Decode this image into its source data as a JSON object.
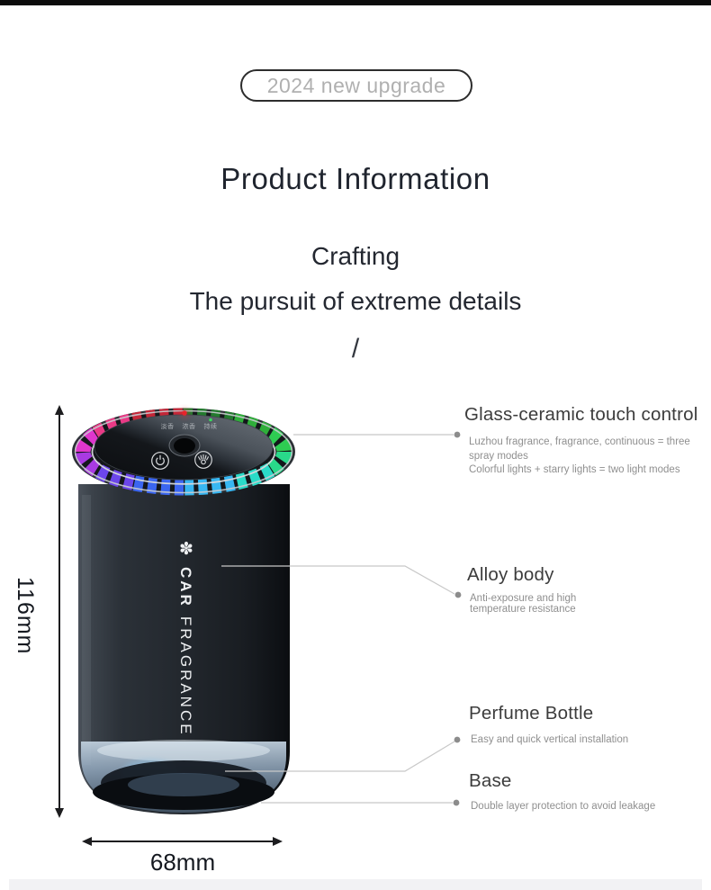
{
  "page": {
    "badge": "2024 new upgrade",
    "title": "Product Information",
    "subtitle": "Crafting",
    "tagline": "The pursuit of extreme details",
    "divider": "/"
  },
  "dimensions": {
    "height_label": "116mm",
    "width_label": "68mm"
  },
  "product": {
    "brand_icon": "✽",
    "brand_name_bold": "CAR",
    "brand_name_rest": "FRAGRANCE",
    "panel": {
      "labels": [
        "淡香",
        "浓香",
        "持续"
      ]
    }
  },
  "callouts": [
    {
      "title": "Glass-ceramic touch control",
      "lines": [
        "Luzhou fragrance, fragrance, continuous = three spray modes",
        "Colorful lights + starry lights = two light modes"
      ]
    },
    {
      "title": "Alloy body",
      "lines": [
        "Anti-exposure and high temperature resistance"
      ]
    },
    {
      "title": "Perfume Bottle",
      "lines": [
        "Easy and quick vertical installation"
      ]
    },
    {
      "title": "Base",
      "lines": [
        "Double layer protection to avoid leakage"
      ]
    }
  ],
  "colors": {
    "led_ring": [
      "#237a2e",
      "#2fae3a",
      "#2ecc52",
      "#29d98a",
      "#2adbc8",
      "#38b7f2",
      "#3b66f0",
      "#6c46ea",
      "#a93ae2",
      "#df36cc",
      "#e93a86",
      "#c32738"
    ],
    "indicator_red": "#e8232b",
    "indicator_green": "#35e05a",
    "heading_text": "#3c3c3c",
    "muted_text": "#8f8f8f"
  }
}
